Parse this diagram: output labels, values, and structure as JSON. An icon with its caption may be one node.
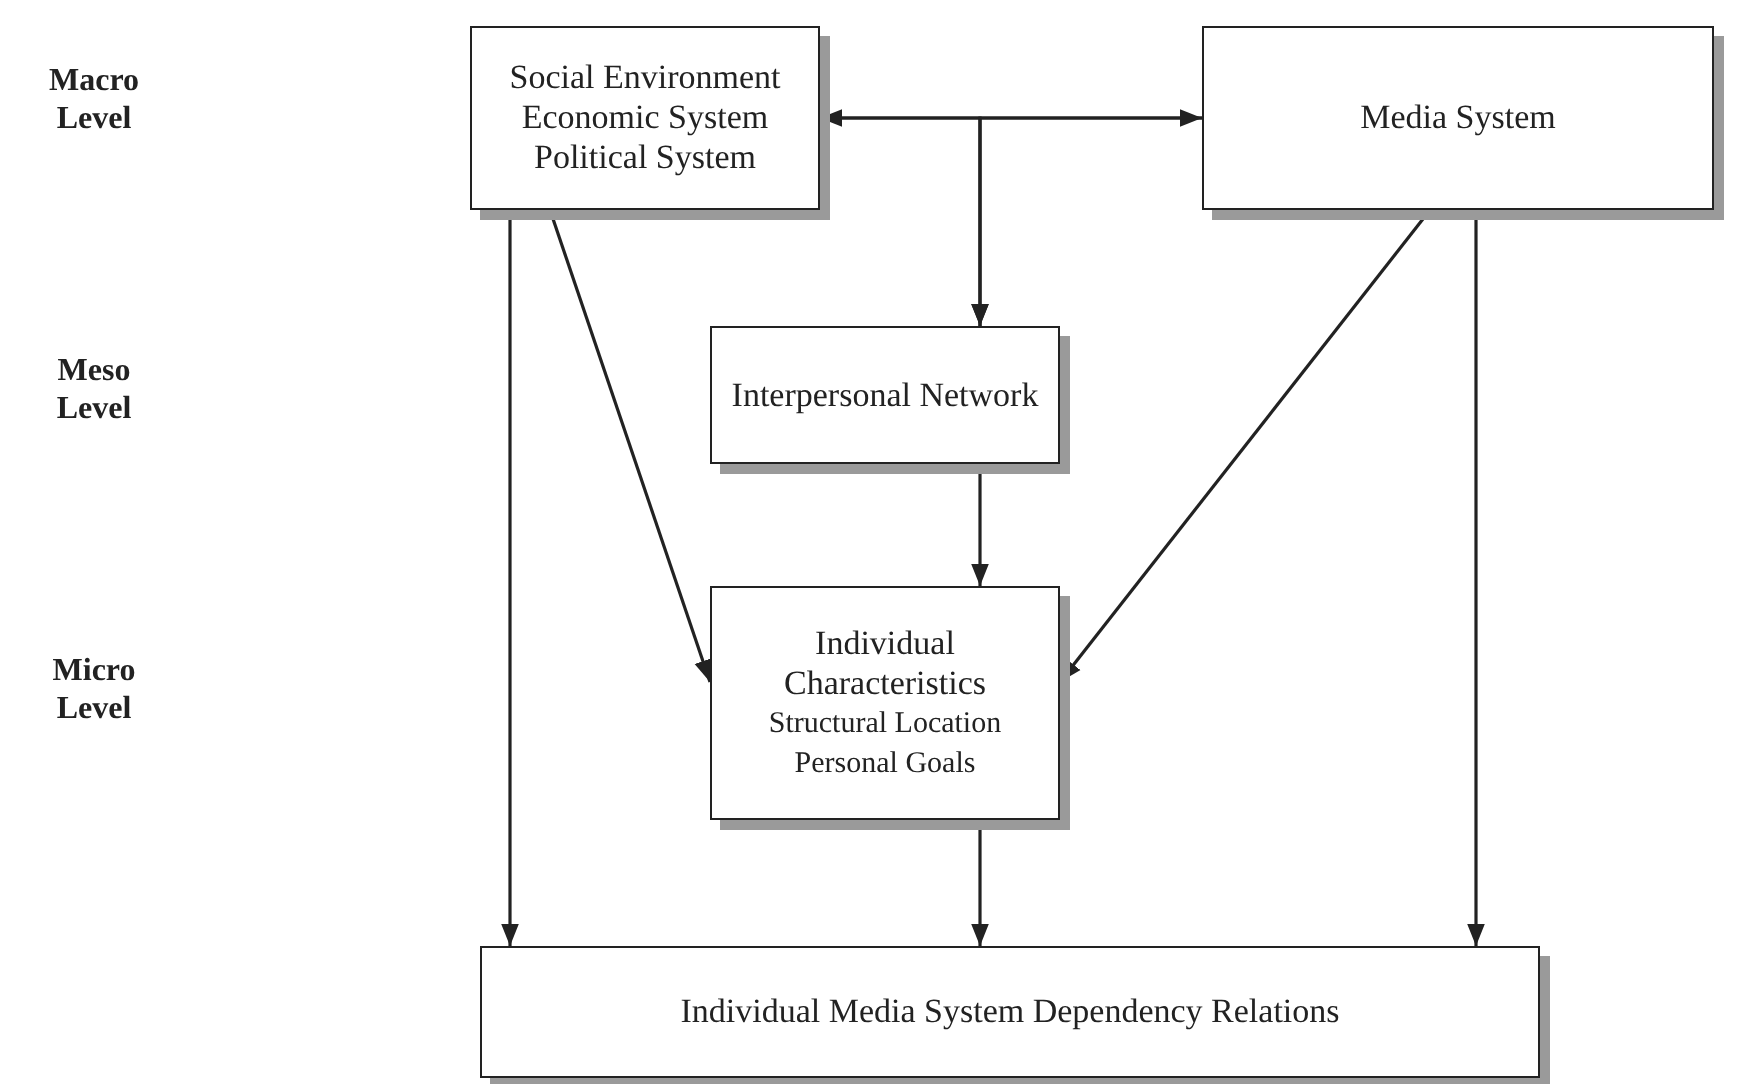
{
  "diagram": {
    "nodes": [
      {
        "text": [
          "Social Environment",
          "Economic System",
          "Political System"
        ]
      },
      {
        "text": [
          "Media System"
        ]
      },
      {
        "text": [
          "Interpersonal Network"
        ]
      },
      {
        "text": [
          "Individual Characteristics",
          "Structural Location",
          "Personal Goals"
        ]
      },
      {
        "text": [
          "Individual Media System Dependency Relations"
        ]
      }
    ],
    "edges": [
      {
        "from": 0,
        "to": 1,
        "arrow": "both"
      },
      {
        "from": 0,
        "to": 2,
        "arrow": "to"
      },
      {
        "from": 1,
        "to": 2,
        "arrow": "to"
      },
      {
        "from": 2,
        "to": 3,
        "arrow": "to"
      },
      {
        "from": 0,
        "to": 3,
        "arrow": "to"
      },
      {
        "from": 0,
        "to": 4,
        "arrow": "to"
      },
      {
        "from": 1,
        "to": 3,
        "arrow": "to"
      },
      {
        "from": 1,
        "to": 4,
        "arrow": "to"
      },
      {
        "from": 3,
        "to": 4,
        "arrow": "to"
      }
    ],
    "labels": [
      "Macro Level",
      "Meso Level",
      "Micro Level"
    ]
  }
}
